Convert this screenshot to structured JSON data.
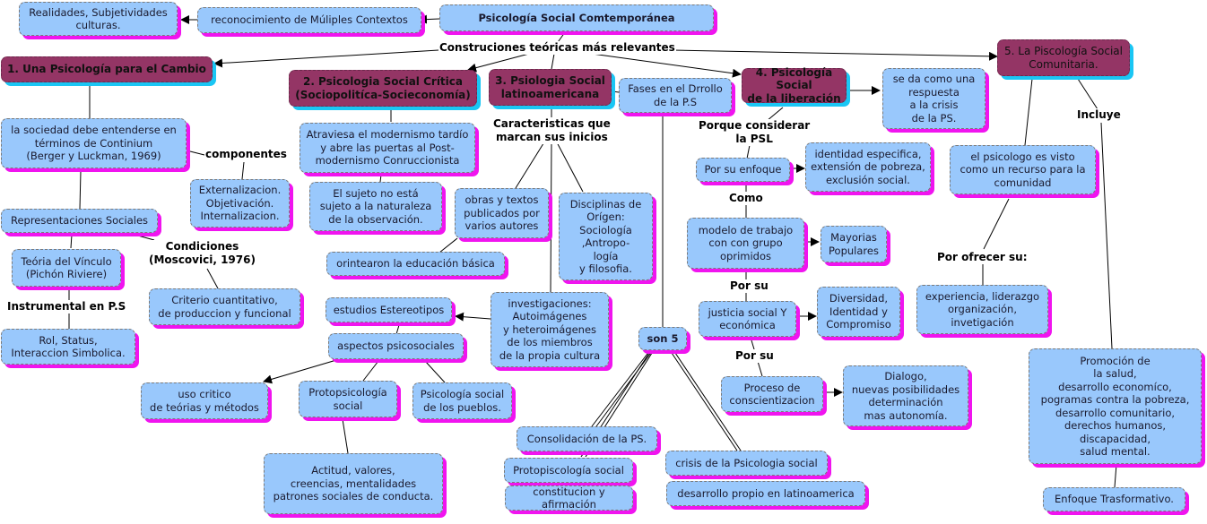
{
  "title": "Psicología Social Comtemporánea",
  "nodes": {
    "root": "Psicología Social Comtemporánea",
    "reconocimiento": "reconocimiento  de Múliples Contextos",
    "realidades": "Realidades, Subjetividades\nculturas.",
    "b1": "1. Una Psicología para el Cambio",
    "b2": "2. Psicologia Social Crítica\n(Sociopolitíca-Socieconomía)",
    "b3": "3. Psiologia Social\nlatinoamericana",
    "fases": "Fases en el Drrollo\nde la P.S",
    "b4": "4. Psicología Social\nde la liberación",
    "respuesta": "se da como una\nrespuesta\na la crisis\nde la PS.",
    "b5": "5. La Piscología Social\nComunitaria.",
    "continium": "la sociedad debe entenderse en\ntérminos de Continium\n(Berger y Luckman, 1969)",
    "externalizacion": "Externalizacion.\nObjetivación.\nInternalizacion.",
    "representaciones": "Representaciones Sociales",
    "vinculo": "Teória del Vínculo\n(Pichón Riviere)",
    "rol": "Rol, Status,\nInteraccion Simbolica.",
    "criterio": "Criterio cuantitativo,\nde produccion y funcional",
    "atraviesa": "Atraviesa el modernismo tardío\ny abre las puertas al Post-\nmodernismo Conruccionista",
    "sujeto": "El sujeto no está\nsujeto a la naturaleza\nde la observación.",
    "obras": "obras y textos\npublicados por\nvarios autores",
    "disciplinas": "Disciplinas de\nOrígen:\nSociología\n,Antropo-\nlogía\ny filosofia.",
    "orintearon": "orintearon la educación básica",
    "investigaciones": "investigaciones:\nAutoimágenes\ny heteroimágenes\nde los miembros\nde la propia cultura",
    "estereotipos": "estudios Estereotipos",
    "aspectos": "aspectos psicosociales",
    "uso_critico": "uso critico\nde teórias y métodos",
    "protopsicologia": "Protopsicología\nsocial",
    "pueblos": "Psicología social\nde los pueblos.",
    "actitud": "Actitud, valores,\ncreencias, mentalidades\npatrones sociales de conducta.",
    "son5": "son 5",
    "consolidacion": "Consolidación de la PS.",
    "protopiscologia2": "Protopiscología social",
    "constitucion": "constitucion y afirmación",
    "crisis": "crisis de la Psicologia social",
    "desarrollo": "desarrollo propio en latinoamerica",
    "enfoque": "Por su enfoque",
    "identidad": "identidad especifica,\nextensión de pobreza,\nexclusión social.",
    "modelo": "modelo de trabajo\ncon con grupo\noprimidos",
    "mayorias": "Mayorias\nPopulares",
    "justicia": "justicia social Y\neconómica",
    "diversidad": "Diversidad,\nIdentidad y\nCompromiso",
    "proceso": "Proceso de\nconscientizacion",
    "dialogo": "Dialogo,\nnuevas posibilidades\ndeterminación\nmas autonomía.",
    "psicologo": "el psicologo es visto\ncomo un recurso para la\ncomunidad",
    "experiencia": "experiencia, liderazgo\norganización,\ninvetigación",
    "promocion": "Promoción de\nla salud,\ndesarrollo economíco,\npogramas contra la pobreza,\ndesarrollo comunitario,\nderechos humanos,\ndiscapacidad,\nsalud mental.",
    "transformativo": "Enfoque Trasformativo."
  },
  "labels": {
    "construcciones": "Construciones teóricas más relevantes",
    "componentes": "componentes",
    "condiciones": "Condiciones\n(Moscovici, 1976)",
    "instrumental": "Instrumental en P.S",
    "caracteristicas": "Caracteristicas que\nmarcan sus inicios",
    "porque": "Porque considerar\nla PSL",
    "como": "Como",
    "porsu1": "Por su",
    "porsu2": "Por su",
    "incluye": "Incluye",
    "ofrecer": "Por ofrecer su:"
  },
  "colors": {
    "concept_fill": "#99c8fc",
    "concept_shadow": "#f014ef",
    "main_fill": "#943565",
    "main_shadow": "#1ac6f4"
  }
}
